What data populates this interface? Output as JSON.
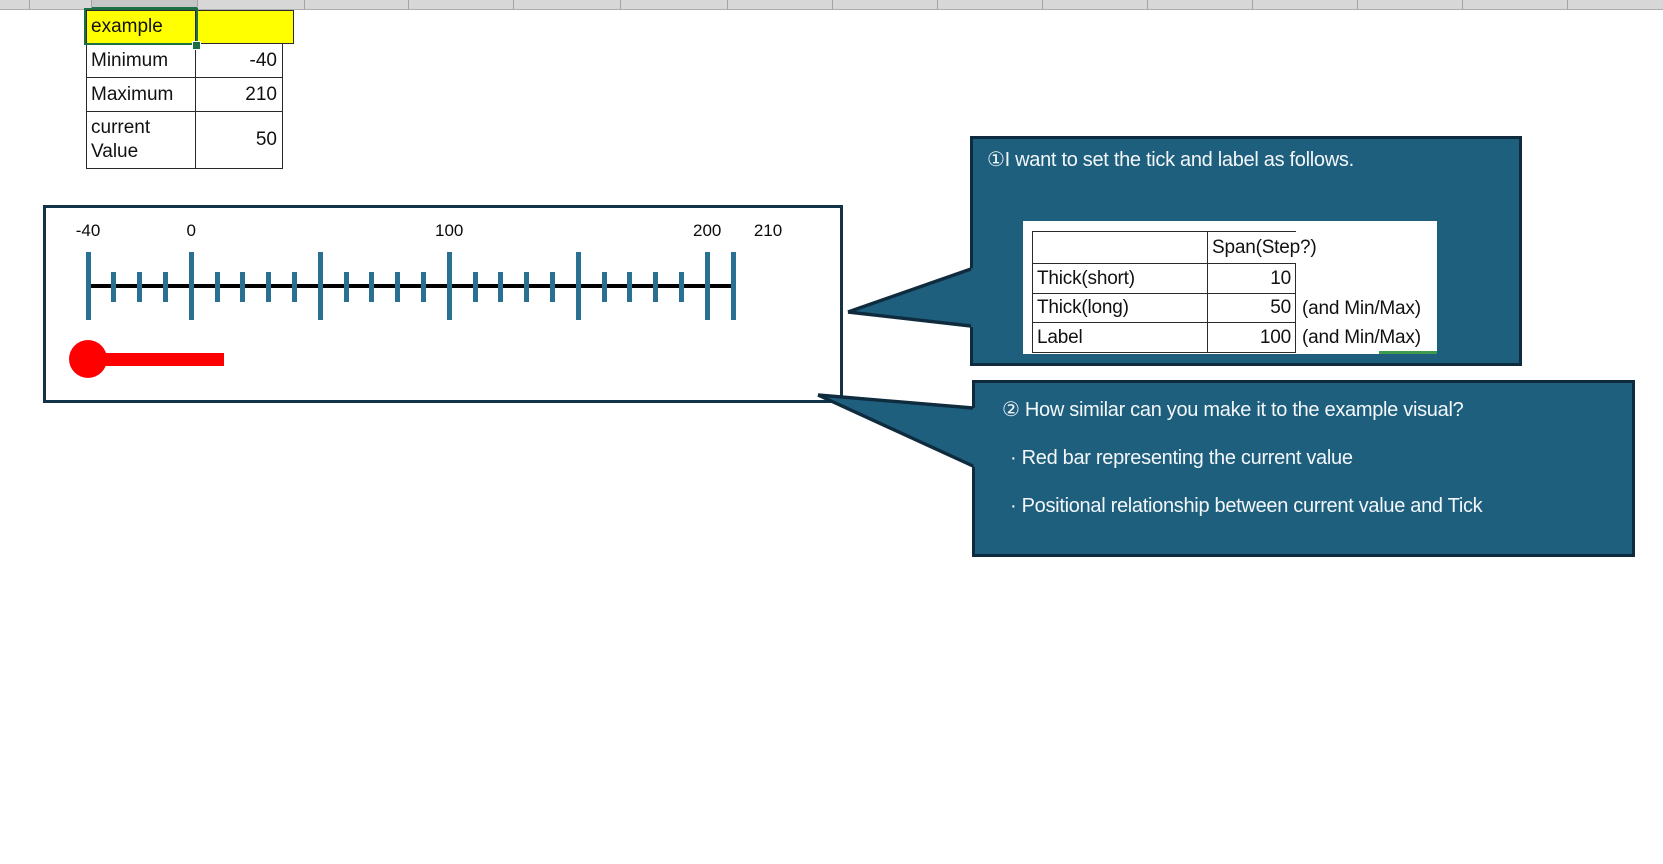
{
  "colors": {
    "callout_bg": "#1F5F7E",
    "callout_border": "#0F2C3F",
    "tick": "#2A7093",
    "pointer_red": "#FF0000",
    "cell_yellow": "#FFFF00",
    "selection_green": "#1D7044",
    "panel_underline_green": "#3E9B4E"
  },
  "sheet": {
    "cells": {
      "rows": [
        {
          "label": "example",
          "value": ""
        },
        {
          "label": "Minimum",
          "value": "-40"
        },
        {
          "label": "Maximum",
          "value": "210"
        },
        {
          "label": "current Value",
          "value": "50"
        }
      ]
    }
  },
  "chart_data": {
    "type": "ruler-gauge",
    "min": -40,
    "max": 210,
    "current_value": 50,
    "tick_short_step": 10,
    "tick_long_step": 50,
    "long_tick_values": [
      -40,
      0,
      50,
      100,
      150,
      200,
      210
    ],
    "label_values": [
      -40,
      0,
      100,
      200,
      210
    ],
    "pointer": {
      "shape": "bulb-and-bar",
      "color": "#FF0000"
    }
  },
  "callout1": {
    "title": "①I want to set the tick and label as follows.",
    "table": {
      "header": [
        "",
        "Span(Step?)"
      ],
      "rows": [
        {
          "name": "Thick(short)",
          "span": "10",
          "note": ""
        },
        {
          "name": "Thick(long)",
          "span": "50",
          "note": "(and Min/Max)"
        },
        {
          "name": "Label",
          "span": "100",
          "note": "(and Min/Max)"
        }
      ]
    }
  },
  "callout2": {
    "title": "② How similar can you make it to the example visual?",
    "bullets": [
      "· Red bar representing the current value",
      "· Positional relationship between current value and Tick"
    ]
  }
}
